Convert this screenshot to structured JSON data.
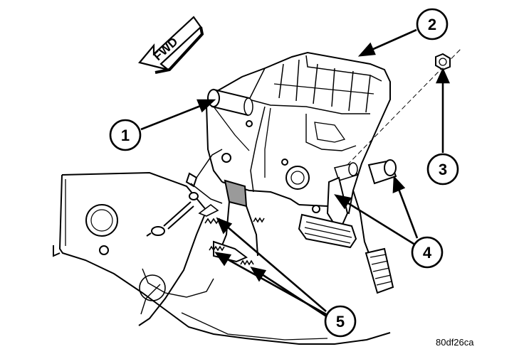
{
  "direction_label": "FWD",
  "callouts": [
    {
      "number": "1"
    },
    {
      "number": "2"
    },
    {
      "number": "3"
    },
    {
      "number": "4"
    },
    {
      "number": "5"
    }
  ],
  "figure_code": "80df26ca",
  "colors": {
    "ink": "#000000",
    "background": "#ffffff",
    "shade": "#9a9a9a"
  }
}
